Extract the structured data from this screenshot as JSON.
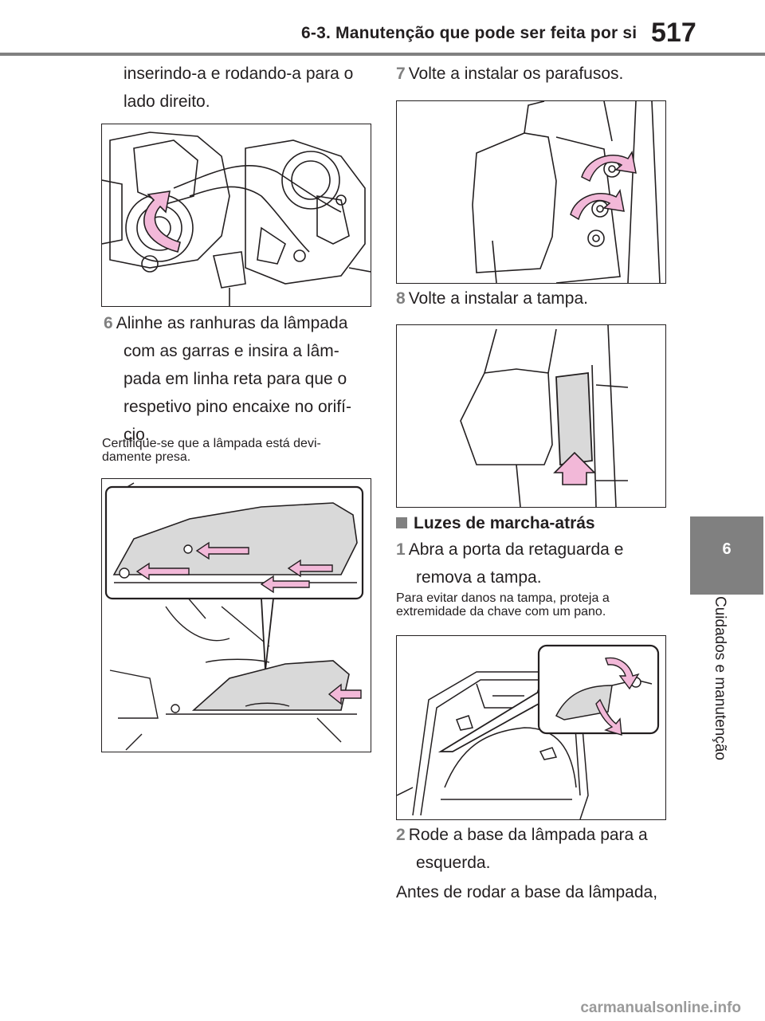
{
  "header": {
    "section_title": "6-3. Manutenção que pode ser feita por si",
    "page_number": "517"
  },
  "side_tab": {
    "chapter_number": "6",
    "chapter_title": "Cuidados e manutenção"
  },
  "left_column": {
    "continuation_line1": "inserindo-a e rodando-a para o",
    "continuation_line2": "lado direito.",
    "step6": {
      "number": "6",
      "lines": [
        "Alinhe as ranhuras da lâmpada",
        "com as garras e insira a lâm-",
        "pada em linha reta para que o",
        "respetivo pino encaixe no orifí-",
        "cio."
      ]
    },
    "note_line1": "Certifique-se que a lâmpada está devi-",
    "note_line2": "damente presa."
  },
  "right_column": {
    "step7": {
      "number": "7",
      "text": "Volte a instalar os parafusos."
    },
    "step8": {
      "number": "8",
      "text": "Volte a instalar a tampa."
    },
    "section_heading": "Luzes de marcha-atrás",
    "step1": {
      "number": "1",
      "line1": "Abra a porta da retaguarda e",
      "line2": "remova a tampa."
    },
    "note_line1": "Para evitar danos na tampa, proteja a",
    "note_line2": "extremidade da chave com um pano.",
    "step2": {
      "number": "2",
      "line1": "Rode a base da lâmpada para a",
      "line2": "esquerda."
    },
    "trailing_text": "Antes de rodar a base da lâmpada,"
  },
  "footer": {
    "watermark": "carmanualsonline.info"
  },
  "colors": {
    "arrow_fill": "#f2b8d8",
    "gray_accent": "#808080",
    "text": "#231f20",
    "panel_fill": "#d9d9d9"
  }
}
